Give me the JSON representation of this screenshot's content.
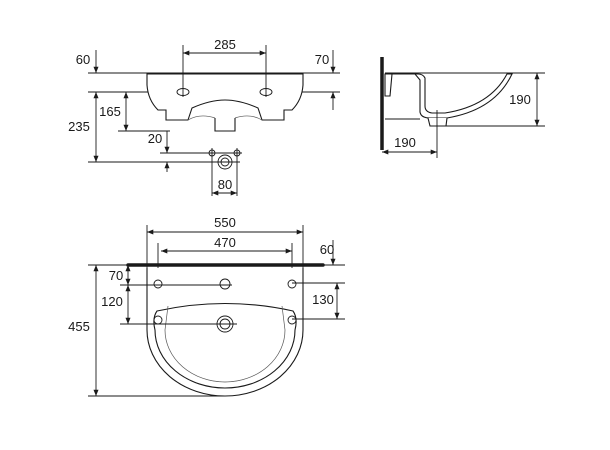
{
  "drawing": {
    "front_view": {
      "dimensions": {
        "tap_hole_spacing": "285",
        "top_offset_left": "60",
        "top_offset_right": "70",
        "waste_height": "165",
        "fixing_height": "235",
        "fitting_offset": "20",
        "fitting_spacing": "80"
      }
    },
    "side_view": {
      "dimensions": {
        "bowl_depth": "190",
        "projection_to_waste": "190"
      }
    },
    "top_view": {
      "dimensions": {
        "overall_width": "550",
        "fixing_spacing": "470",
        "wall_offset": "60",
        "tap_hole_offset": "70",
        "waste_offset": "120",
        "fixing_hole_spacing_vertical": "130",
        "overall_depth": "455"
      }
    }
  }
}
